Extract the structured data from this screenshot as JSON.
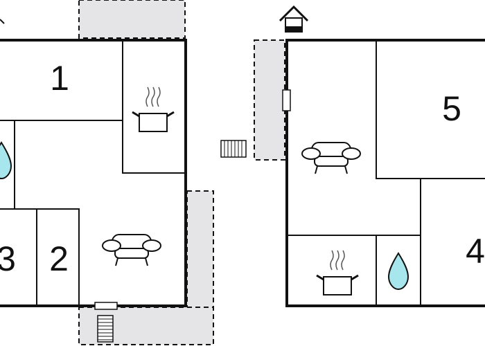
{
  "floor_plan": {
    "colors": {
      "wall": "#111111",
      "outdoor_area": "#e5e5e8",
      "water": "#a8e6ee",
      "background": "#ffffff"
    },
    "rooms": [
      {
        "id": "room-1",
        "label": "1",
        "building": "left",
        "type": "bedroom"
      },
      {
        "id": "room-2",
        "label": "2",
        "building": "left",
        "type": "bedroom"
      },
      {
        "id": "room-3",
        "label": "3",
        "building": "left",
        "type": "bedroom"
      },
      {
        "id": "room-5",
        "label": "5",
        "building": "right",
        "type": "bedroom"
      },
      {
        "id": "room-4",
        "label": "4",
        "building": "right",
        "type": "bedroom"
      }
    ],
    "symbols": [
      {
        "id": "kitchen-left",
        "icon": "cooking-pot-icon",
        "building": "left"
      },
      {
        "id": "bathroom-left",
        "icon": "water-drop-icon",
        "building": "left"
      },
      {
        "id": "living-left",
        "icon": "sofa-icon",
        "building": "left"
      },
      {
        "id": "stairs-left",
        "icon": "stairs-icon",
        "building": "left"
      },
      {
        "id": "stairs-middle",
        "icon": "stairs-icon",
        "building": "between"
      },
      {
        "id": "entrance-right",
        "icon": "house-entrance-icon",
        "building": "right"
      },
      {
        "id": "living-right",
        "icon": "sofa-icon",
        "building": "right"
      },
      {
        "id": "kitchen-right",
        "icon": "cooking-pot-icon",
        "building": "right"
      },
      {
        "id": "bathroom-right",
        "icon": "water-drop-icon",
        "building": "right"
      }
    ]
  }
}
